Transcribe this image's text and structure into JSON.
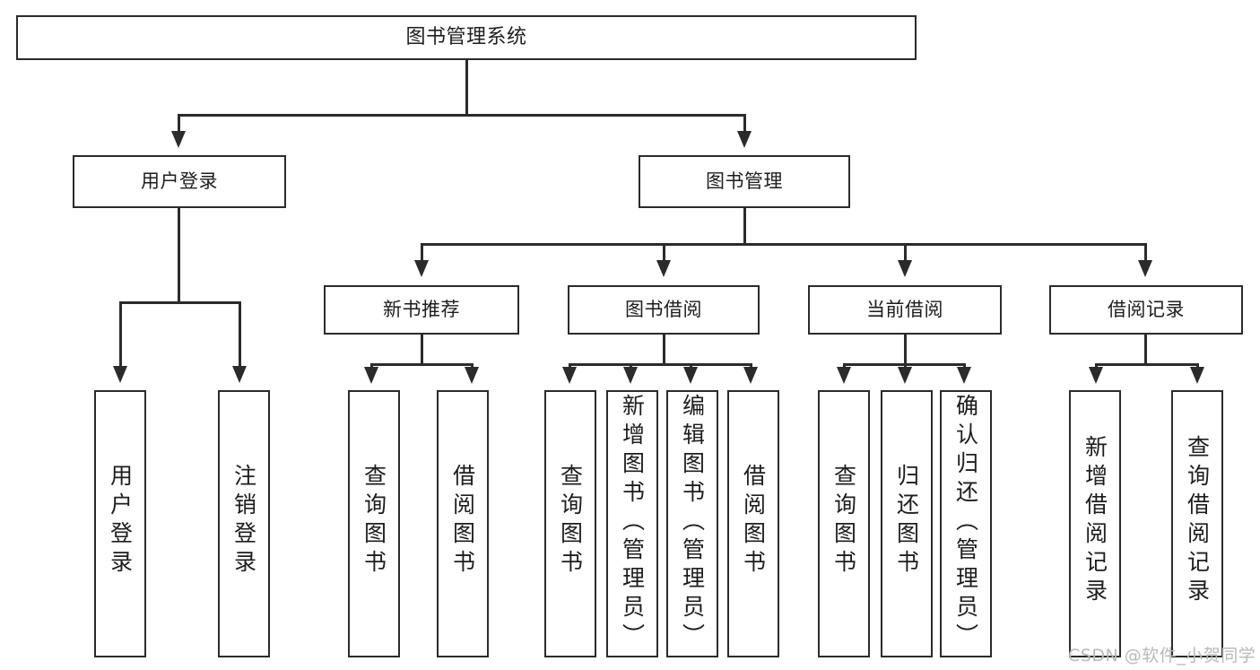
{
  "diagram": {
    "title": "图书管理系统",
    "watermark": "CSDN @软件_小贺同学",
    "line_color": "#2b2b2b",
    "box_fill": "#ffffff",
    "text_color": "#1d1d1d",
    "watermark_color": "#b9b9b9"
  },
  "root": {
    "label": "图书管理系统"
  },
  "level1": [
    {
      "label": "用户登录"
    },
    {
      "label": "图书管理"
    }
  ],
  "level2": [
    {
      "label": "新书推荐"
    },
    {
      "label": "图书借阅"
    },
    {
      "label": "当前借阅"
    },
    {
      "label": "借阅记录"
    }
  ],
  "leaves": {
    "user_login": [
      {
        "label": "用户登录"
      },
      {
        "label": "注销登录"
      }
    ],
    "new_book": [
      {
        "label": "查询图书"
      },
      {
        "label": "借阅图书"
      }
    ],
    "borrow": [
      {
        "label": "查询图书"
      },
      {
        "label": "新增图书（管理员）"
      },
      {
        "label": "编辑图书（管理员）"
      },
      {
        "label": "借阅图书"
      }
    ],
    "current": [
      {
        "label": "查询图书"
      },
      {
        "label": "归还图书"
      },
      {
        "label": "确认归还（管理员）"
      }
    ],
    "records": [
      {
        "label": "新增借阅记录"
      },
      {
        "label": "查询借阅记录"
      }
    ]
  }
}
